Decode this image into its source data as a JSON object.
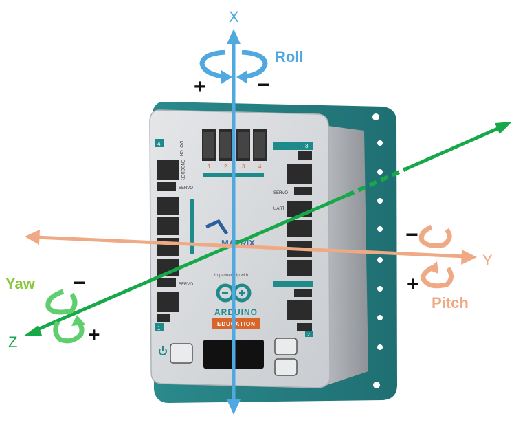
{
  "axes": {
    "x": {
      "label": "X",
      "rotation": "Roll",
      "color": "#4fa8e0"
    },
    "y": {
      "label": "Y",
      "rotation": "Pitch",
      "color": "#f0a985"
    },
    "z": {
      "label": "Z",
      "rotation": "Yaw",
      "color": "#17a84a"
    }
  },
  "signs": {
    "plus": "+",
    "minus": "−"
  },
  "board": {
    "brand_line1": "ARDUINO",
    "brand_line2": "EDUCATION",
    "partner_text": "In partnership with",
    "matrix_text": "MATRIX",
    "port_numbers_top": [
      "1",
      "2",
      "3",
      "4"
    ],
    "corner_numbers": [
      "4",
      "3",
      "1",
      "2"
    ],
    "labels": {
      "motor": "MOTOR",
      "encoder": "ENCODER",
      "servo": "SERVO",
      "uart": "UART"
    }
  },
  "colors": {
    "teal": "#2e8c8c",
    "panel": "#d6d9dc",
    "port": "#2b2b2b",
    "accent_teal": "#1f8a8a",
    "edu_orange": "#d9652b"
  }
}
